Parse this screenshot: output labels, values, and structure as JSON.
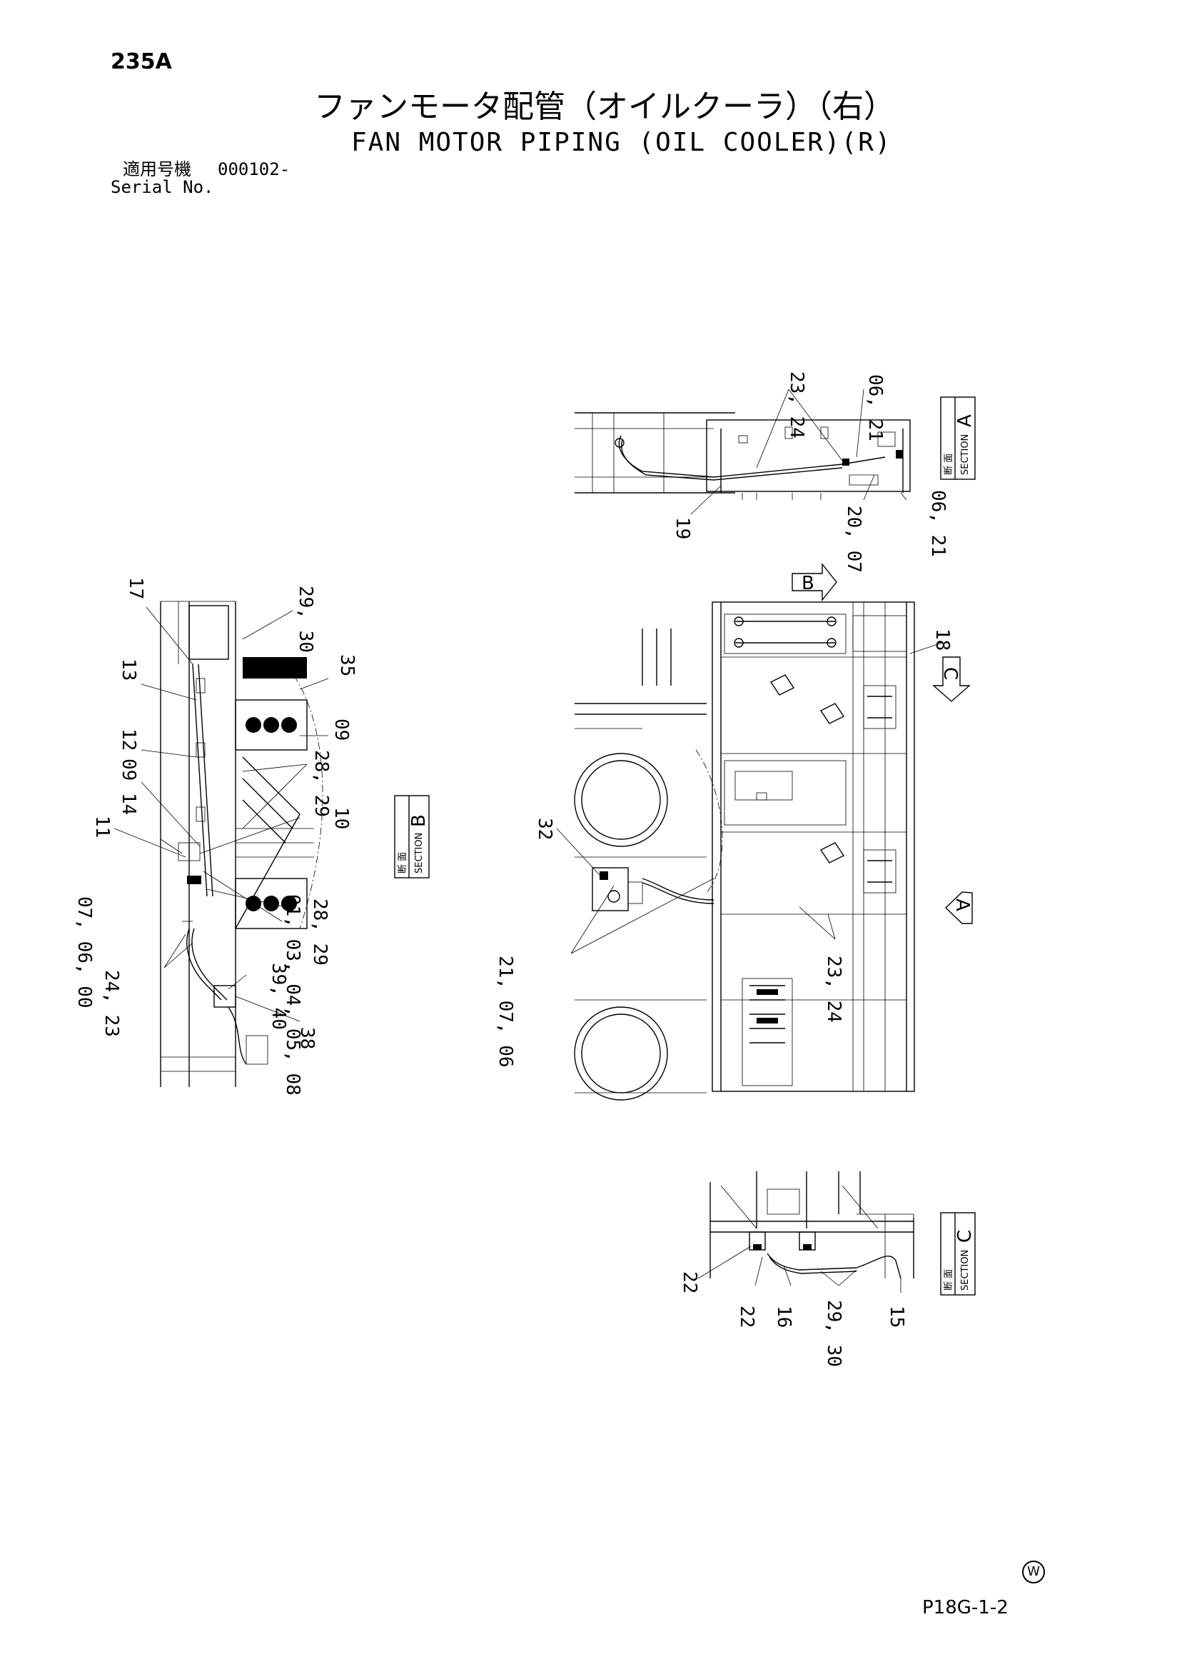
{
  "header": {
    "page_no": "235A",
    "title_jp": "ファンモータ配管（オイルクーラ）（右）",
    "title_en": "FAN MOTOR PIPING (OIL COOLER)(R)",
    "serial_label_jp": "適用号機",
    "serial_value": "000102-",
    "serial_label_en": "Serial No."
  },
  "sections": {
    "a": {
      "jp": "断 面",
      "en": "SECTION",
      "letter": "A"
    },
    "b": {
      "jp": "断 面",
      "en": "SECTION",
      "letter": "B"
    },
    "c": {
      "jp": "断 面",
      "en": "SECTION",
      "letter": "C"
    }
  },
  "view_arrows": {
    "b": "B",
    "c": "C",
    "a": "A"
  },
  "callouts": {
    "a_23_24": "23, 24",
    "a_06_21_top": "06, 21",
    "a_06_21_bot": "06, 21",
    "a_20_07": "20, 07",
    "a_19": "19",
    "m_18": "18",
    "m_32": "32",
    "m_21_07_06": "21, 07, 06",
    "m_23_24": "23, 24",
    "b_17": "17",
    "b_29_30": "29, 30",
    "b_13": "13",
    "b_35": "35",
    "b_12": "12",
    "b_09_r": "09",
    "b_28_29_top": "28, 29",
    "b_09_l": "09",
    "b_14": "14",
    "b_10": "10",
    "b_11": "11",
    "b_07_06_00": "07, 06, 00",
    "b_28_29_bot": "28, 29",
    "b_01_03_04_05_08": "01, 03, 04, 05, 08",
    "b_24_23": "24, 23",
    "b_39_40": "39, 40",
    "b_38": "38",
    "c_22_a": "22",
    "c_22_b": "22",
    "c_16": "16",
    "c_29_30": "29, 30",
    "c_15": "15"
  },
  "footer": {
    "watermark": "W",
    "figure_code": "P18G-1-2"
  }
}
